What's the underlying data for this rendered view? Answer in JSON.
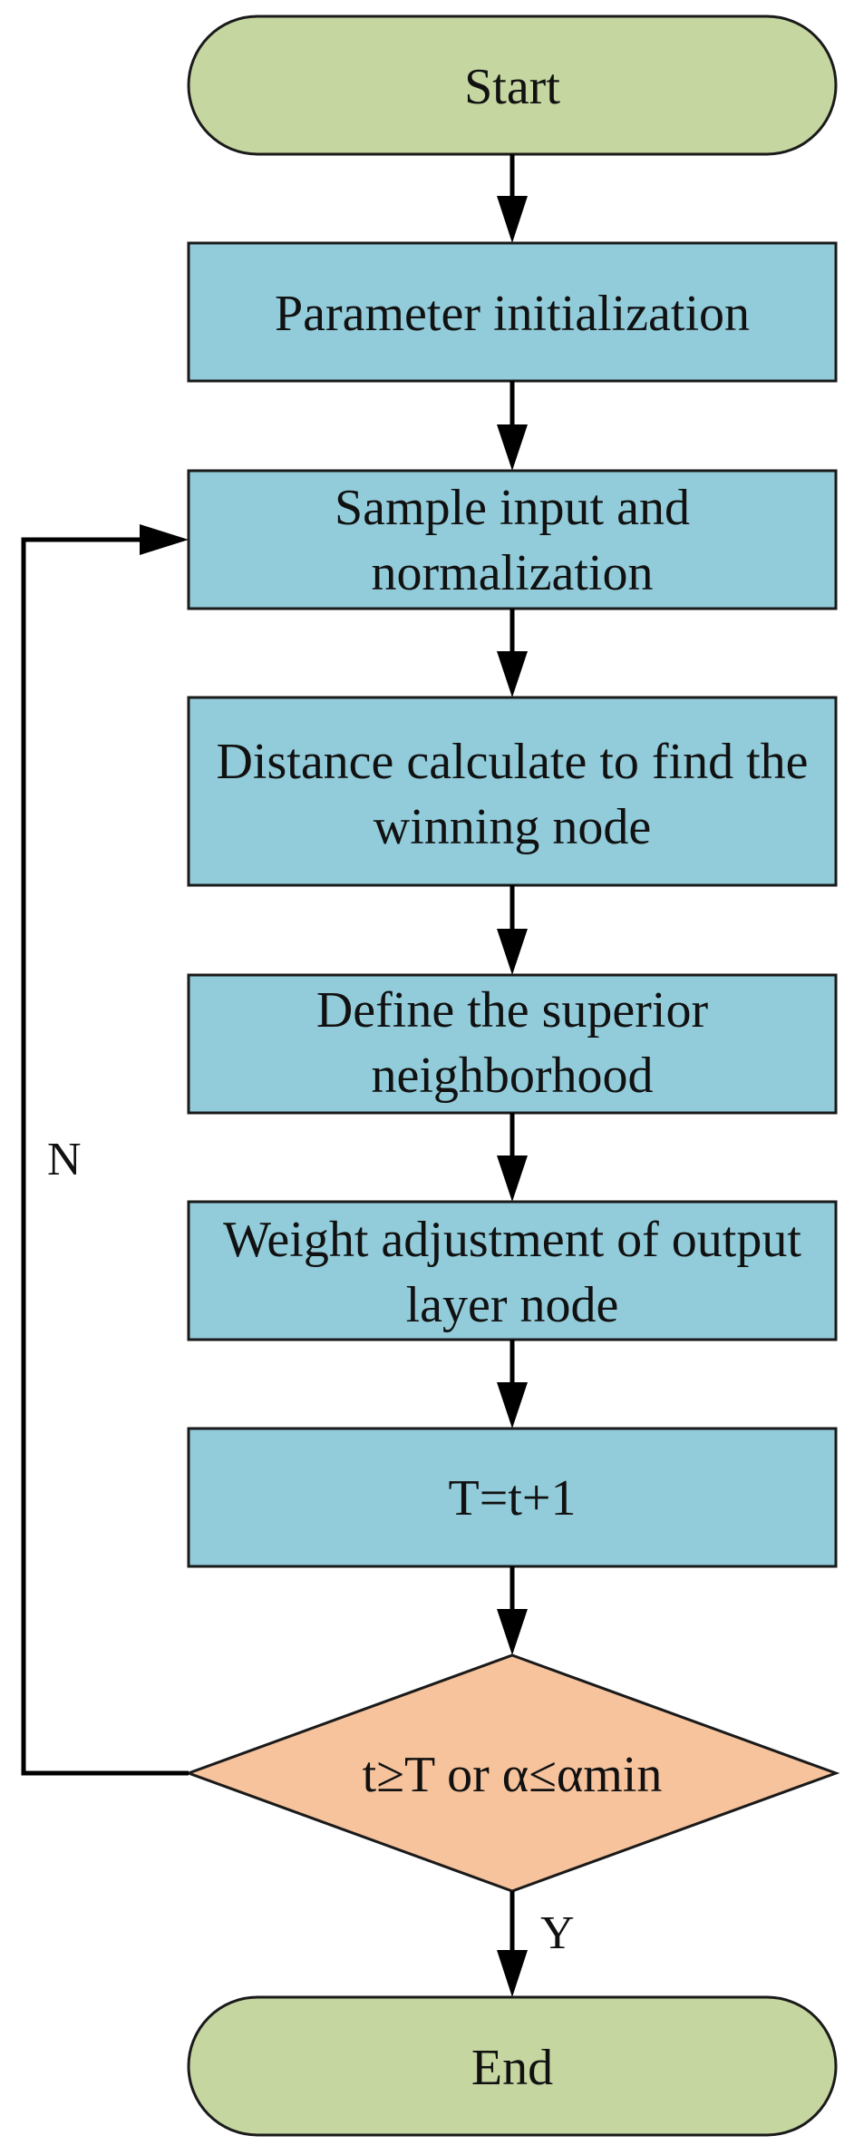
{
  "colors": {
    "terminal_fill": "#c5d6a0",
    "process_fill": "#92ccda",
    "decision_fill": "#f6c39d",
    "line": "#000000"
  },
  "nodes": {
    "start": {
      "label": "Start"
    },
    "init": {
      "label": "Parameter initialization"
    },
    "sample": {
      "lines": [
        "Sample input and",
        "normalization"
      ]
    },
    "distance": {
      "lines": [
        "Distance calculate to find the",
        "winning node"
      ]
    },
    "define": {
      "lines": [
        "Define the superior",
        "neighborhood"
      ]
    },
    "weight": {
      "lines": [
        "Weight adjustment of output",
        "layer node"
      ]
    },
    "increment": {
      "label": "T=t+1"
    },
    "decision": {
      "label": "t≥T or α≤αmin"
    },
    "end": {
      "label": "End"
    }
  },
  "edges": {
    "no_label": "N",
    "yes_label": "Y"
  }
}
